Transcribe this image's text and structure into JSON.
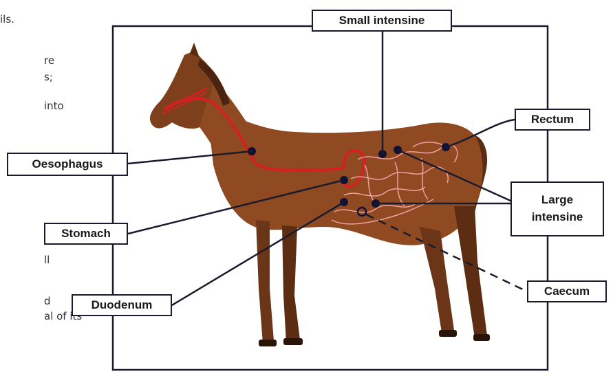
{
  "side_text": {
    "line1": "ils.",
    "line2": "re",
    "line3": "s;",
    "line4": "into",
    "line5": "ll",
    "line6": "d",
    "line7": "al of its"
  },
  "labels": {
    "small_intestine": "Small intensine",
    "rectum": "Rectum",
    "oesophagus": "Oesophagus",
    "large_intestine_line1": "Large",
    "large_intestine_line2": "intensine",
    "stomach": "Stomach",
    "duodenum": "Duodenum",
    "caecum": "Caecum"
  },
  "colors": {
    "frame": "#1a1a2e",
    "horse_body": "#8f4a22",
    "horse_dark": "#4a2410",
    "digestive_tract": "#d62020",
    "intestine": "#f0a0a0"
  }
}
